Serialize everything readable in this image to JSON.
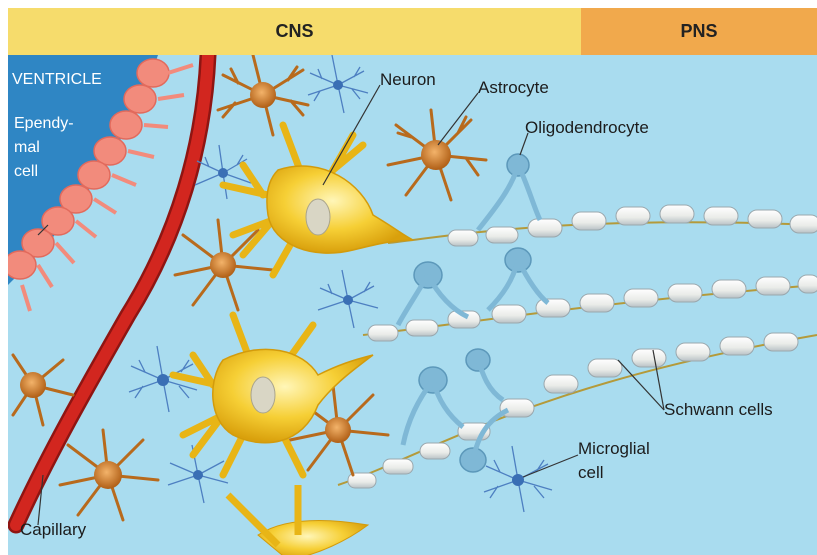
{
  "header": {
    "cns_label": "CNS",
    "pns_label": "PNS",
    "cns_color": "#f6dc6c",
    "pns_color": "#f1a94c"
  },
  "labels": {
    "ventricle": "VENTRICLE",
    "ependymal_cell": "Ependy-\nmal\ncell",
    "neuron": "Neuron",
    "astrocyte": "Astrocyte",
    "oligodendrocyte": "Oligodendrocyte",
    "schwann_cells": "Schwann cells",
    "microglial_cell": "Microglial\ncell",
    "capillary": "Capillary"
  },
  "colors": {
    "background": "#a9dcef",
    "ventricle": "#2f86c4",
    "ependymal": "#f28b7c",
    "capillary": "#d2261f",
    "neuron": "#f4c21f",
    "astrocyte": "#c8741e",
    "oligodendrocyte": "#7fb8d6",
    "myelin": "#f1f1ee",
    "microglia": "#3a6fb5"
  }
}
